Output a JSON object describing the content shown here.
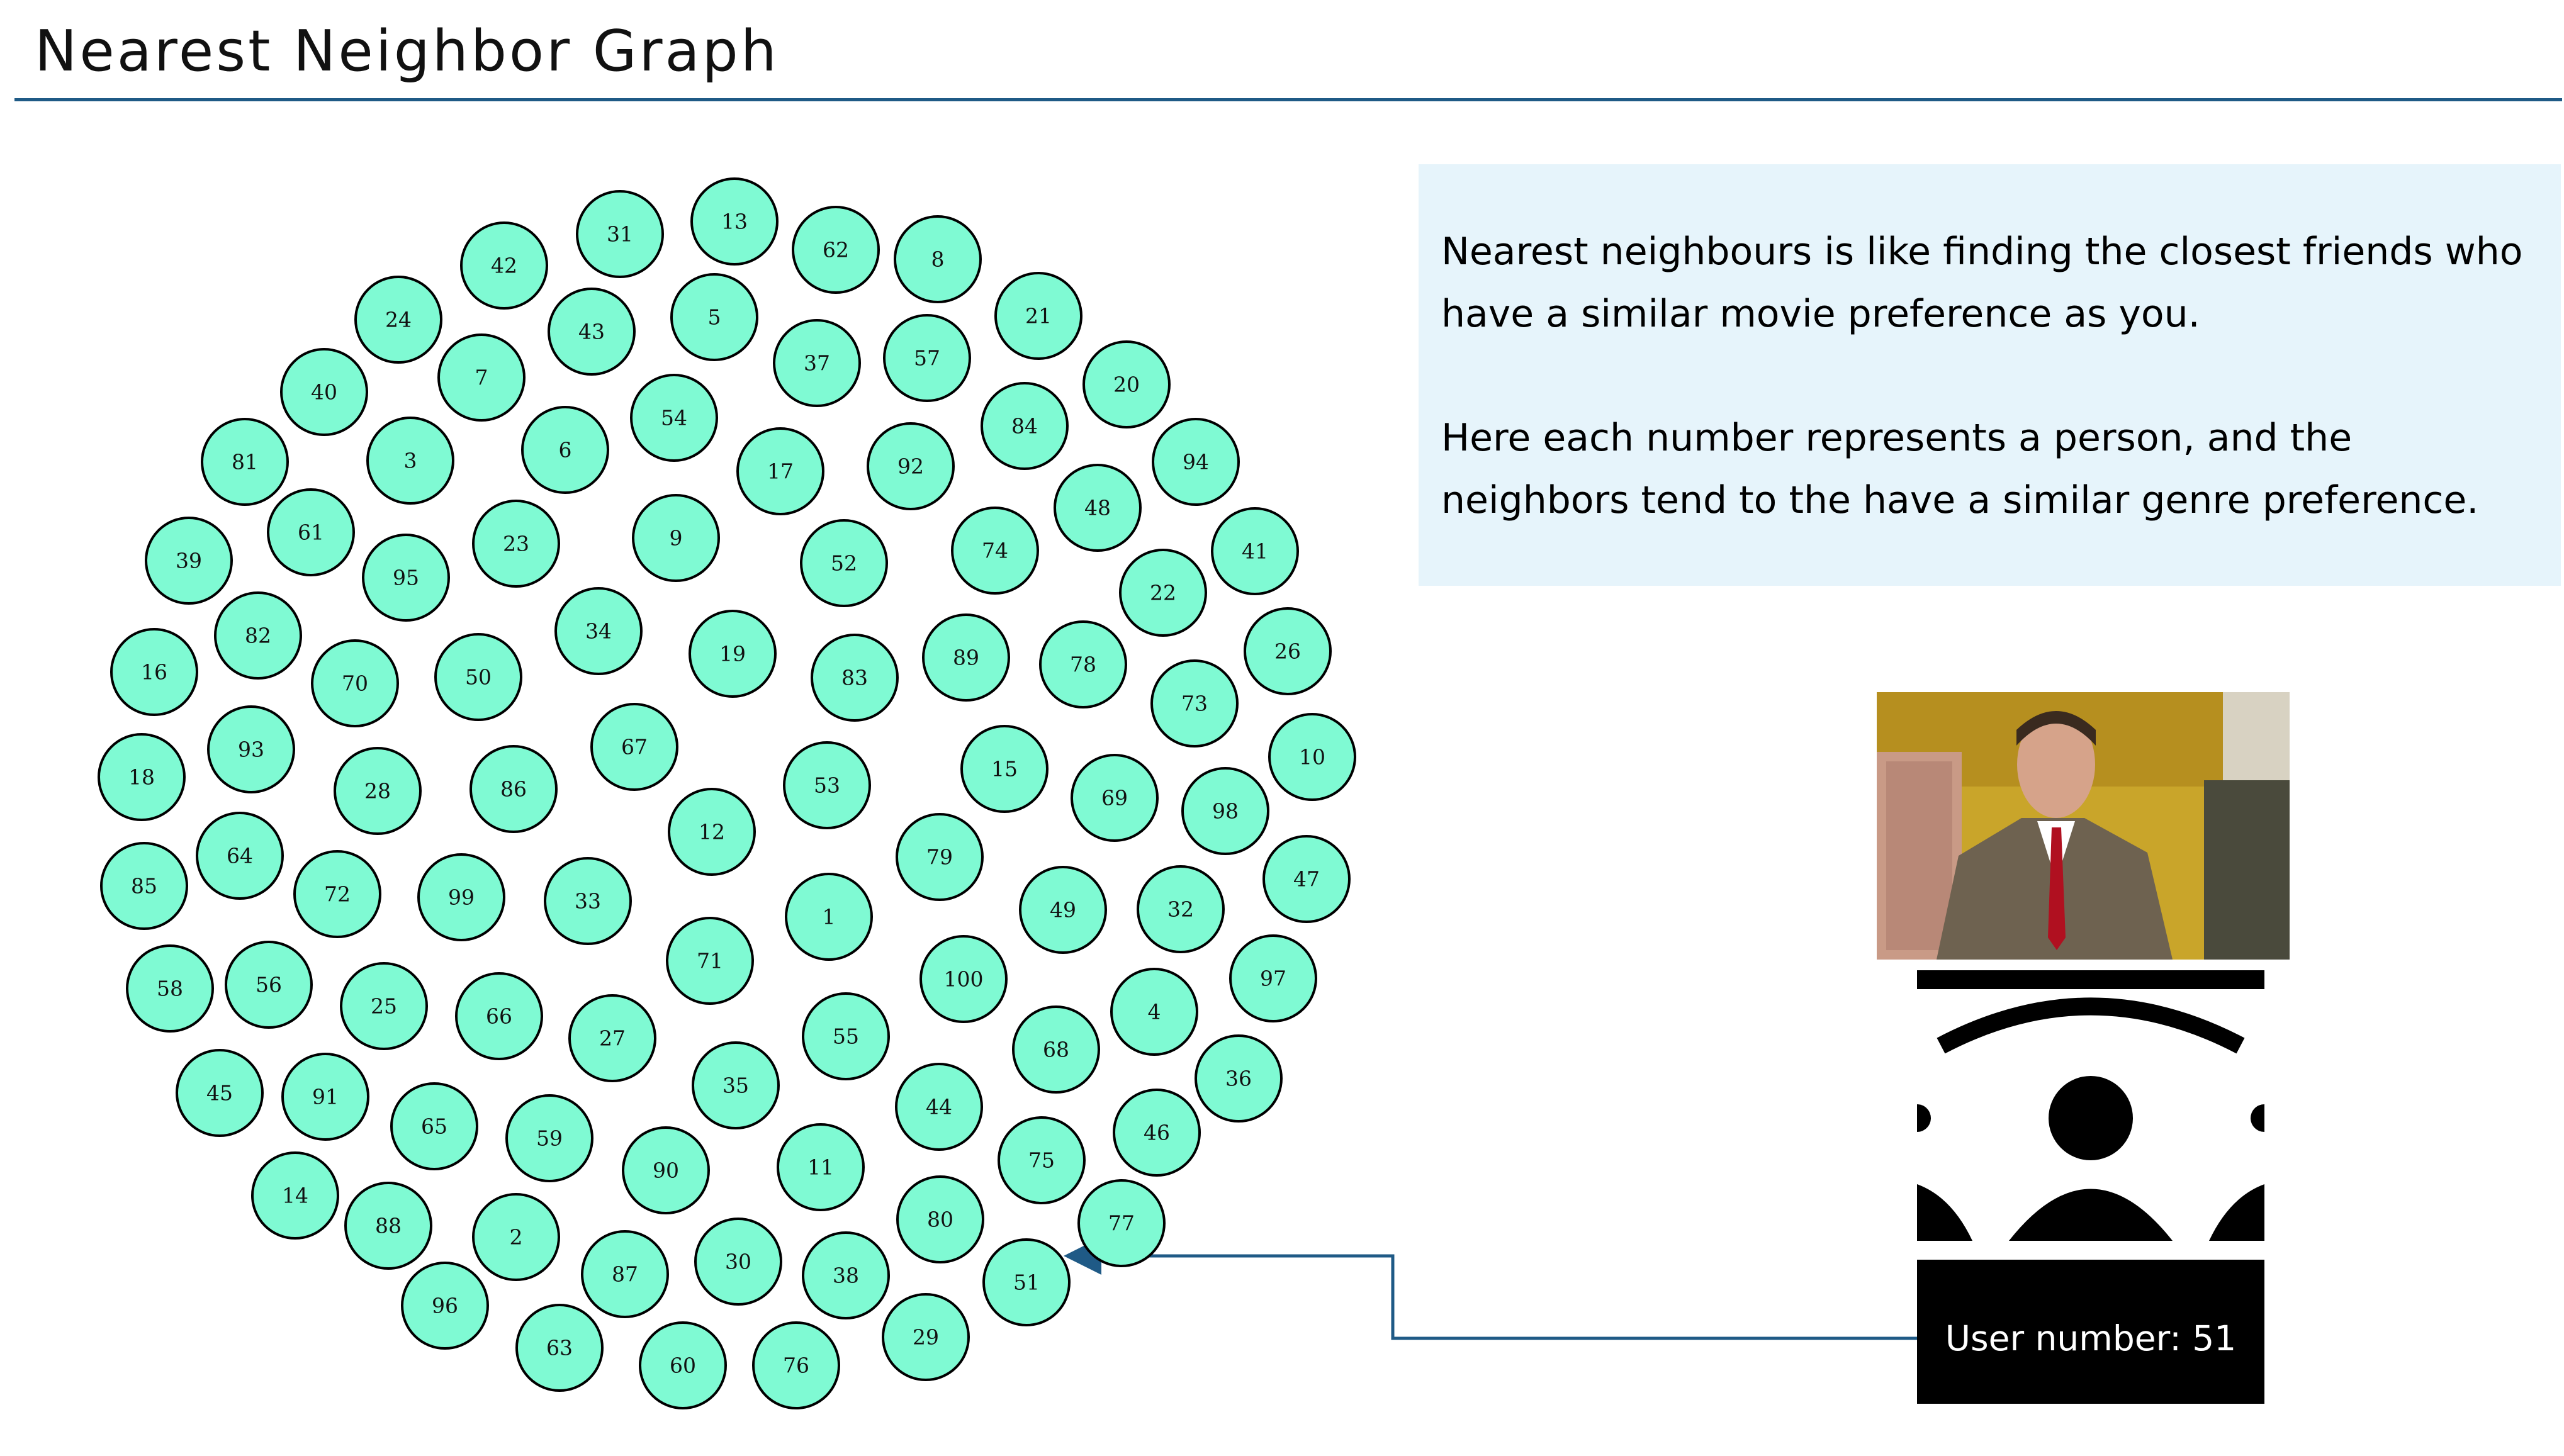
{
  "slide": {
    "title": "Nearest Neighbor Graph"
  },
  "info": {
    "paragraph_1": "Nearest neighbours is like finding the closest friends who have a similar movie preference as you.",
    "paragraph_2": "Here each number represents a person, and the neighbors tend to the have a similar genre preference."
  },
  "user_card": {
    "label": "User number: 51",
    "icon": "audience-icon",
    "photo": "person-photo"
  },
  "graph": {
    "node_color": "#7ffad3",
    "arrow_color": "#1f5a86",
    "nodes": [
      "13",
      "31",
      "62",
      "8",
      "42",
      "5",
      "43",
      "21",
      "24",
      "57",
      "37",
      "20",
      "7",
      "40",
      "54",
      "84",
      "6",
      "3",
      "92",
      "17",
      "94",
      "81",
      "48",
      "61",
      "9",
      "23",
      "74",
      "52",
      "41",
      "39",
      "95",
      "22",
      "82",
      "34",
      "19",
      "16",
      "89",
      "78",
      "50",
      "26",
      "83",
      "70",
      "73",
      "67",
      "93",
      "10",
      "18",
      "15",
      "53",
      "28",
      "86",
      "69",
      "98",
      "64",
      "12",
      "79",
      "85",
      "72",
      "47",
      "33",
      "99",
      "1",
      "49",
      "32",
      "71",
      "100",
      "56",
      "58",
      "97",
      "4",
      "25",
      "66",
      "27",
      "68",
      "55",
      "36",
      "45",
      "91",
      "35",
      "65",
      "44",
      "46",
      "59",
      "75",
      "90",
      "11",
      "14",
      "88",
      "80",
      "77",
      "2",
      "30",
      "87",
      "38",
      "51",
      "96",
      "29",
      "63",
      "60",
      "76"
    ],
    "highlighted_node": "51"
  }
}
